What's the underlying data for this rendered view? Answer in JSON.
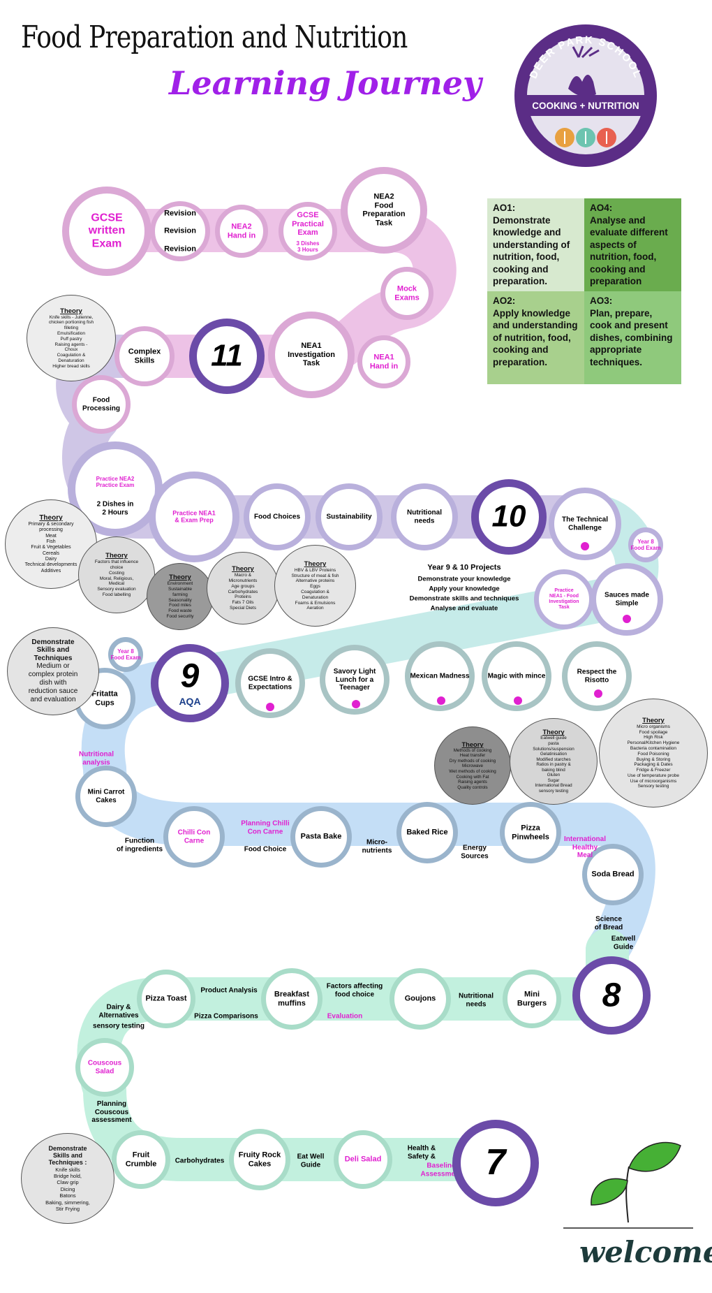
{
  "title": {
    "line1": "Food Preparation and Nutrition",
    "line2": "Learning Journey"
  },
  "logo": {
    "top_text": "DEER PARK SCHOOL",
    "band_text": "COOKING + NUTRITION",
    "colors": {
      "ring": "#5b2d86",
      "band": "#5b2d86"
    }
  },
  "assessment_objectives": [
    {
      "id": "AO1",
      "code": "AO1:",
      "text": "Demonstrate knowledge and understanding of nutrition, food, cooking and preparation.",
      "color": "#d7e9cf"
    },
    {
      "id": "AO4",
      "code": "AO4:",
      "text": "Analyse and evaluate different aspects of nutrition, food, cooking and preparation",
      "color": "#6aac4e"
    },
    {
      "id": "AO2",
      "code": "AO2:",
      "text": "Apply knowledge and understanding of nutrition, food, cooking and preparation.",
      "color": "#a8d08d"
    },
    {
      "id": "AO3",
      "code": "AO3:",
      "text": "Plan, prepare, cook and present dishes, combining appropriate techniques.",
      "color": "#8fc97c"
    }
  ],
  "colors": {
    "year11": "#e8b8e2",
    "year11_ring": "#dba8d5",
    "year10": "#c9bfe2",
    "year10_ring": "#b9b0dc",
    "year9": "#bde8e6",
    "year9_ring": "#a8c4c4",
    "year8": "#bcdcf5",
    "year8_ring": "#9ab4cc",
    "year7": "#bdf0de",
    "year7_ring": "#a8dcc8",
    "badge": "#6b4ba8",
    "accent": "#e020d0"
  },
  "year_badges": [
    {
      "id": "y11",
      "label": "11"
    },
    {
      "id": "y10",
      "label": "10"
    },
    {
      "id": "y9",
      "label": "9",
      "sub": "AQA"
    },
    {
      "id": "y8",
      "label": "8"
    },
    {
      "id": "y7",
      "label": "7"
    }
  ],
  "year11": {
    "nodes": [
      {
        "id": "gcse-exam",
        "text": "GCSE\nwritten\nExam",
        "pink": true
      },
      {
        "id": "revision",
        "text": "Revision\n\nRevision\n\nRevision"
      },
      {
        "id": "nea2-hand-in",
        "text": "NEA2\nHand in",
        "pink": true
      },
      {
        "id": "gcse-practical",
        "text": "GCSE\nPractical\nExam",
        "sub": "3 Dishes\n3 Hours",
        "pink": true
      },
      {
        "id": "nea2-task",
        "text": "NEA2\nFood\nPreparation\nTask"
      },
      {
        "id": "mock-exams",
        "text": "Mock\nExams",
        "pink": true
      },
      {
        "id": "nea1-hand-in",
        "text": "NEA1\nHand in",
        "pink": true
      },
      {
        "id": "nea1-task",
        "text": "NEA1\nInvestigation\nTask"
      },
      {
        "id": "complex-skills",
        "text": "Complex\nSkills"
      },
      {
        "id": "food-processing",
        "text": "Food\nProcessing"
      }
    ],
    "theory": {
      "heading": "Theory",
      "body": "Knife skills - Julienne,\nchicken portioning fish\nfilleting\nEmulsification\nPuff pastry\nRaising agents -\nChoux\nCoagulation &\nDenaturation\nHigher bread skills"
    }
  },
  "year10": {
    "nodes": [
      {
        "id": "practice-nea2",
        "text": "Practice NEA2\nPractice Exam",
        "sub": "2 Dishes in\n2 Hours",
        "pink": true
      },
      {
        "id": "practice-nea1",
        "text": "Practice NEA1\n& Exam Prep",
        "pink": true
      },
      {
        "id": "food-choices",
        "text": "Food Choices"
      },
      {
        "id": "sustainability",
        "text": "Sustainability"
      },
      {
        "id": "nutritional-needs",
        "text": "Nutritional\nneeds"
      },
      {
        "id": "technical-challenge",
        "text": "The Technical\nChallenge"
      },
      {
        "id": "year8-exam-b",
        "text": "Year 8\nFood Exam",
        "pink": true
      },
      {
        "id": "practice-nea1-food",
        "text": "Practice\nNEA1 - Food\nInvestigation\nTask",
        "pink": true
      },
      {
        "id": "sauces",
        "text": "Sauces made\nSimple"
      }
    ],
    "projects": {
      "title": "Year 9 & 10  Projects",
      "lines": [
        "Demonstrate your knowledge",
        "Apply your knowledge",
        "Demonstrate skills and techniques",
        "Analyse and evaluate"
      ]
    },
    "theories": [
      {
        "id": "t-primary",
        "heading": "Theory",
        "body": "Primary & secondary\nprocessing\nMeat\nFish\nFruit & Vegetables\nCereals\nDairy\nTechnical developments\nAdditives"
      },
      {
        "id": "t-factors",
        "heading": "Theory",
        "body": "Factors that influence\nchoice\nCosting\nMoral, Religious,\nMedical\nSensory evaluation\nFood labelling"
      },
      {
        "id": "t-environment",
        "heading": "Theory",
        "body": "Environment\nSustainable\nfarming\nSeasonality\nFood miles\nFood waste\nFood security"
      },
      {
        "id": "t-macro",
        "heading": "Theory",
        "body": "Macro &\nMicronutrients\nAge groups\nCarbohydrates\nProteins\nFats 7 Oils\nSpecial Diets"
      },
      {
        "id": "t-hbv",
        "heading": "Theory",
        "body": "HBV & LBV Proteins\nStructure of meat & fish\nAlternative proteins\nEggs\nCoagulation &\nDenaturation\nFoams & Emulsions\nAeration"
      }
    ]
  },
  "year9": {
    "nodes": [
      {
        "id": "year8-exam-a",
        "text": "Year 8\nFood Exam",
        "pink": true
      },
      {
        "id": "fritatta",
        "text": "Fritatta\nCups"
      },
      {
        "id": "gcse-intro",
        "text": "GCSE Intro &\nExpectations"
      },
      {
        "id": "savory-lunch",
        "text": "Savory Light\nLunch for a\nTeenager"
      },
      {
        "id": "mexican",
        "text": "Mexican Madness"
      },
      {
        "id": "magic-mince",
        "text": "Magic with mince"
      },
      {
        "id": "risotto",
        "text": "Respect the\nRisotto"
      }
    ],
    "demonstrate": {
      "heading": "Demonstrate\nSkills and\nTechniques",
      "body": "Medium or\ncomplex protein\ndish with\nreduction sauce\nand evaluation"
    },
    "labels": [
      {
        "id": "nutritional-analysis",
        "text": "Nutritional\nanalysis",
        "pink": true
      }
    ],
    "theories": [
      {
        "id": "t-methods",
        "heading": "Theory",
        "body": "Methods of cooking\nHeat transfer\nDry methods of cooking\nMicrowave\nWet methods of cooking\nCooking with Fat\nRaising agents\nQuality controls"
      },
      {
        "id": "t-eatwell",
        "heading": "Theory",
        "body": "Eatwell guide\npasta\nSolutions/suspension\nGelatinisation\nModified starches\nRatios in pastry &\nbaking blind\nGluten\nSugar\nInternational Bread\nsensory testing"
      },
      {
        "id": "t-micro",
        "heading": "Theory",
        "body": "Micro organisms\nFood spoilage\nHigh Risk\nPersonal/Kitchen Hygiene\nBacteria contamination\nFood Poisoning\nBuying & Storing\nPackaging & Dates\nFridge & Freezer\nUse of temperature probe\nUse of microorganisms\nSensory testing"
      }
    ]
  },
  "year8": {
    "nodes": [
      {
        "id": "mini-carrot",
        "text": "Mini Carrot\nCakes"
      },
      {
        "id": "chilli",
        "text": "Chilli Con\nCarne",
        "pink": true
      },
      {
        "id": "pasta-bake",
        "text": "Pasta Bake"
      },
      {
        "id": "baked-rice",
        "text": "Baked Rice"
      },
      {
        "id": "pizza-pinwheels",
        "text": "Pizza\nPinwheels"
      },
      {
        "id": "soda-bread",
        "text": "Soda Bread"
      }
    ],
    "labels": [
      {
        "id": "function-ingredients",
        "text": "Function\nof ingredients"
      },
      {
        "id": "planning-chilli",
        "text": "Planning Chilli\nCon Carne",
        "pink": true
      },
      {
        "id": "food-choice",
        "text": "Food Choice"
      },
      {
        "id": "micro-nutrients",
        "text": "Micro-\nnutrients"
      },
      {
        "id": "energy-sources",
        "text": "Energy\nSources"
      },
      {
        "id": "international-meal",
        "text": "International\nHealthy\nMeal",
        "pink": true
      },
      {
        "id": "science-bread",
        "text": "Science\nof Bread"
      },
      {
        "id": "eatwell-guide",
        "text": "Eatwell\nGuide"
      }
    ]
  },
  "year7": {
    "nodes": [
      {
        "id": "mini-burgers",
        "text": "Mini\nBurgers"
      },
      {
        "id": "goujons",
        "text": "Goujons"
      },
      {
        "id": "breakfast-muffins",
        "text": "Breakfast\nmuffins"
      },
      {
        "id": "pizza-toast",
        "text": "Pizza Toast"
      },
      {
        "id": "couscous",
        "text": "Couscous\nSalad",
        "pink": true
      },
      {
        "id": "fruit-crumble",
        "text": "Fruit\nCrumble"
      },
      {
        "id": "fruity-rock",
        "text": "Fruity Rock\nCakes"
      },
      {
        "id": "deli-salad",
        "text": "Deli Salad",
        "pink": true
      }
    ],
    "labels": [
      {
        "id": "nutritional-needs-7",
        "text": "Nutritional\nneeds"
      },
      {
        "id": "factors-food-choice",
        "text": "Factors affecting\nfood choice"
      },
      {
        "id": "evaluation",
        "text": "Evaluation",
        "pink": true
      },
      {
        "id": "product-analysis",
        "text": "Product Analysis"
      },
      {
        "id": "pizza-comparisons",
        "text": "Pizza Comparisons"
      },
      {
        "id": "dairy-alt",
        "text": "Dairy &\nAlternatives"
      },
      {
        "id": "sensory-testing",
        "text": "sensory testing"
      },
      {
        "id": "planning-couscous",
        "text": "Planning\nCouscous\nassessment"
      },
      {
        "id": "carbohydrates",
        "text": "Carbohydrates"
      },
      {
        "id": "eat-well-guide-7",
        "text": "Eat Well\nGuide"
      },
      {
        "id": "health-safety",
        "text": "Health &\nSafety &"
      },
      {
        "id": "baseline",
        "text": "Baseline\nAssessment",
        "pink": true
      }
    ],
    "demonstrate": {
      "heading": "Demonstrate\nSkills and\nTechniques :",
      "body": "Knife skills\nBridge hold,\nClaw grip\nDicing\nBatons\nBaking, simmering,\nStir Frying"
    }
  },
  "welcome": {
    "text": "welcome"
  }
}
